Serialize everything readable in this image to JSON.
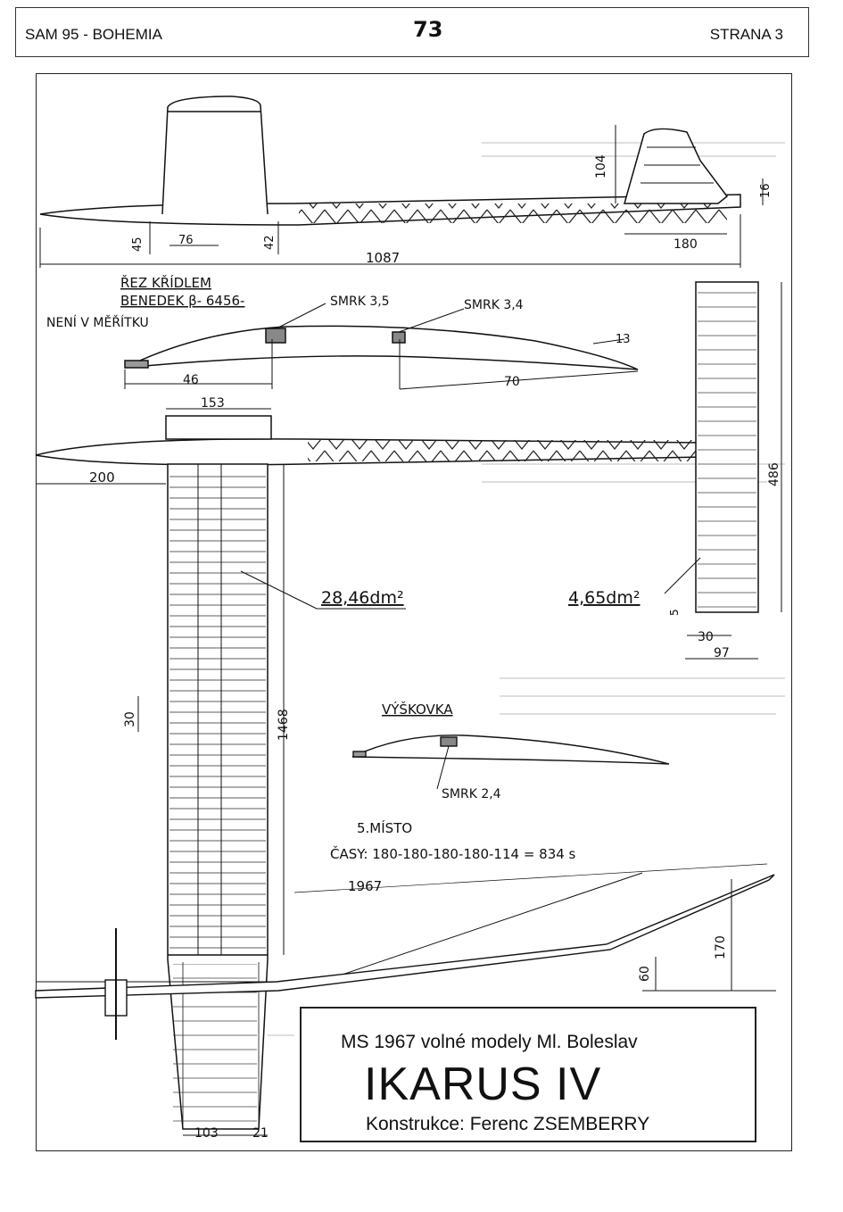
{
  "header": {
    "left": "SAM 95 - BOHEMIA",
    "number": "73",
    "right": "STRANA 3"
  },
  "dimensions": {
    "fuselage_length": "1087",
    "fin_height": "104",
    "fin_base": "180",
    "tail_offset": "16",
    "pylon_a": "45",
    "pylon_b": "76",
    "pylon_c": "42",
    "nose_to_wing": "200",
    "wing_root_chord": "153",
    "stab_span": "486",
    "stab_small": "5",
    "stab_a": "30",
    "stab_b": "97",
    "wing_span_half": "1468",
    "wing_mark": "30",
    "tip_a": "103",
    "tip_b": "21",
    "dihedral_a": "170",
    "dihedral_b": "60",
    "wing_span": "1967",
    "rib_a": "46",
    "rib_b": "70",
    "rib_c": "13"
  },
  "labels": {
    "wing_section": "ŘEZ KŘÍDLEM",
    "airfoil": "BENEDEK β- 6456-",
    "not_scale": "NENÍ V MĚŘÍTKU",
    "spar_1": "SMRK 3,5",
    "spar_2": "SMRK 3,4",
    "stab_section": "VÝŠKOVKA",
    "spar_3": "SMRK 2,4",
    "wing_area": "28,46dm²",
    "stab_area": "4,65dm²",
    "place": "5.MÍSTO",
    "times": "ČASY: 180-180-180-180-114 = 834 s"
  },
  "title": {
    "line1": "MS 1967  volné modely Ml. Boleslav",
    "line2": "IKARUS  IV",
    "line3": "Konstrukce: Ferenc ZSEMBERRY"
  }
}
